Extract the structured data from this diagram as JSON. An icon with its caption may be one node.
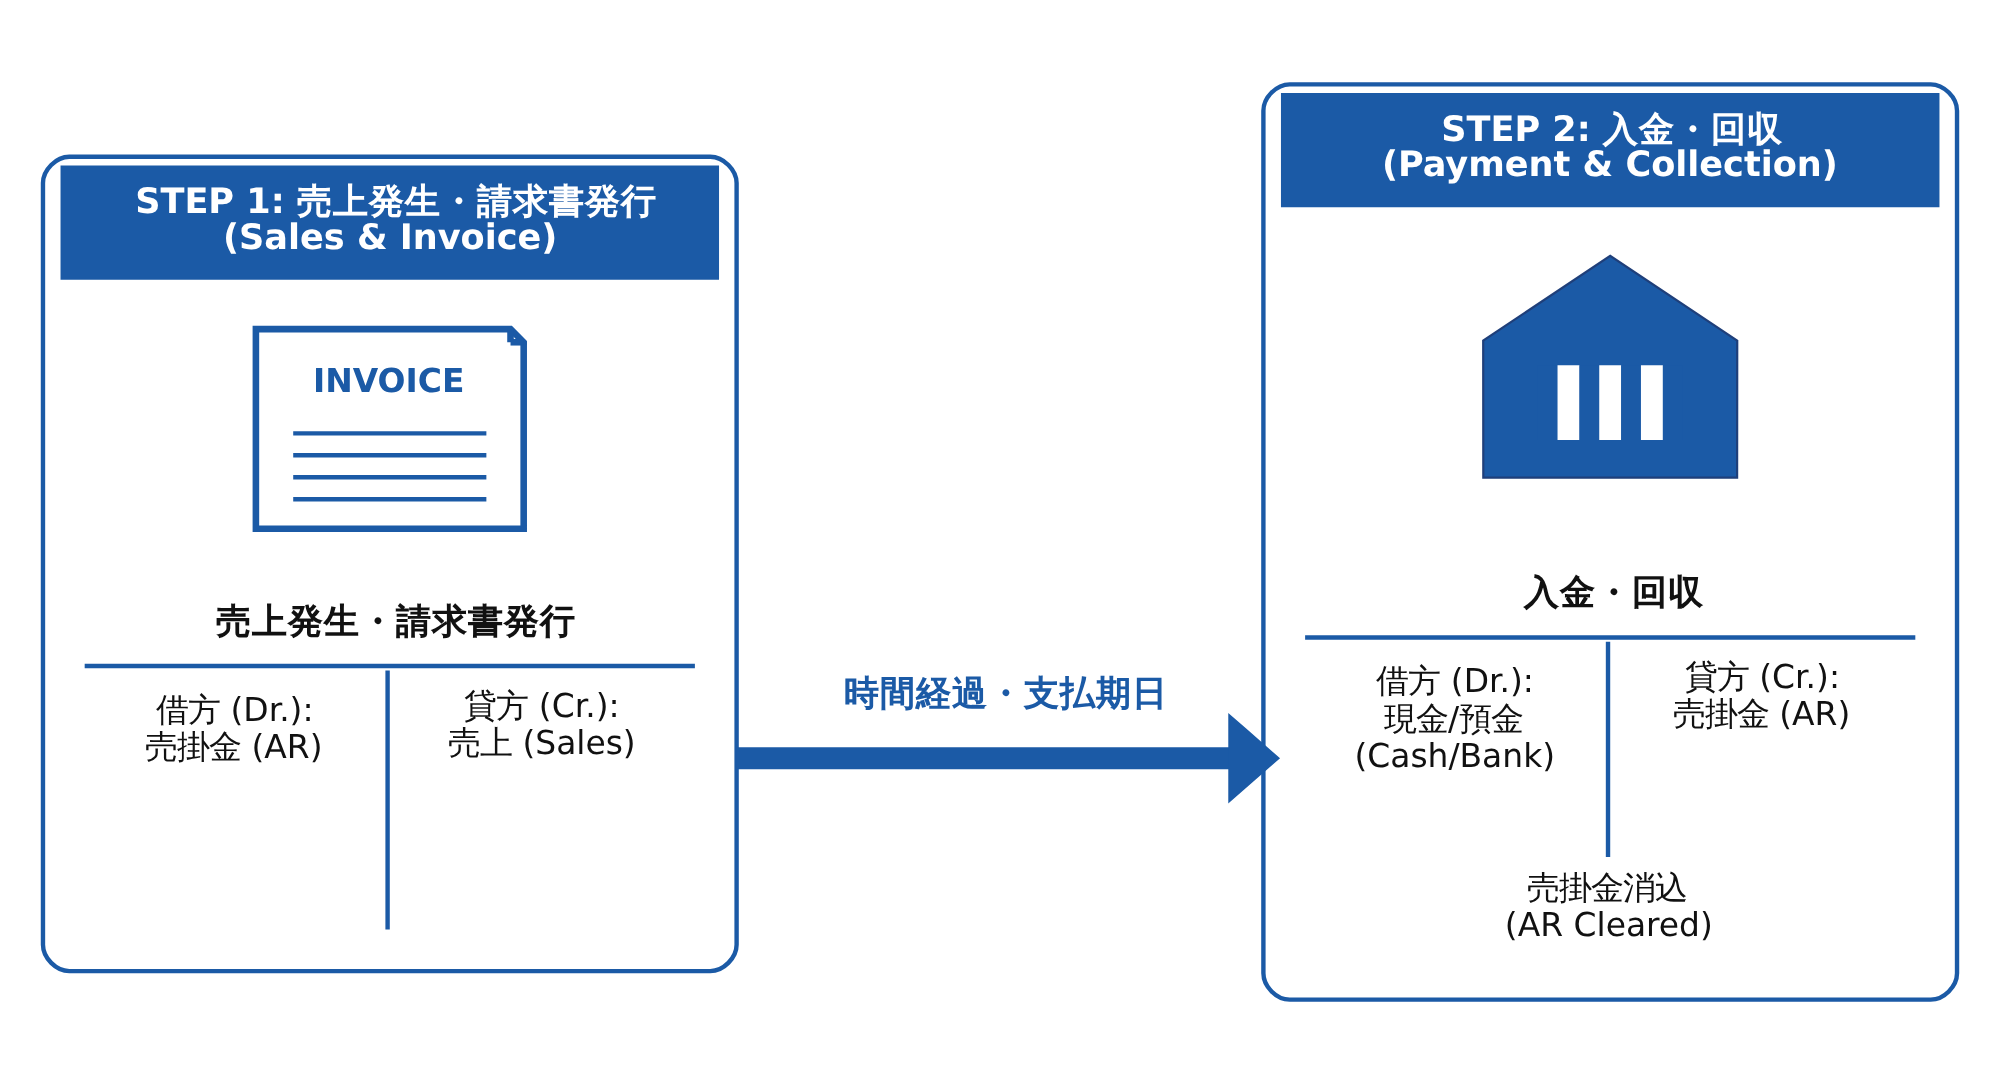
{
  "diagram": {
    "nodes": [
      {
        "text": [
          "STEP 1: 売上発生・請求書発行 (Sales & Invoice)"
        ]
      },
      {
        "text": [
          "INVOICE"
        ],
        "in": 0
      },
      {
        "text": [
          "売上発生・請求書発行",
          "借方 (Dr.): 売掛金 (AR)",
          "貸方 (Cr.): 売上 (Sales)"
        ],
        "in": 0
      },
      {
        "text": [
          "STEP 2: 入金・回収 (Payment & Collection)"
        ]
      },
      {
        "text": [],
        "shape": "picture",
        "in": 3
      },
      {
        "text": [
          "入金・回収",
          "借方 (Dr.): 現金/預金 (Cash/Bank)",
          "貸方 (Cr.): 売掛金 (AR)",
          "売掛金消込 (AR Cleared)"
        ],
        "in": 3
      }
    ],
    "edges": [
      {
        "from": 0,
        "to": 3,
        "arrow": "to",
        "label": "時間経過・支払期日"
      }
    ]
  }
}
